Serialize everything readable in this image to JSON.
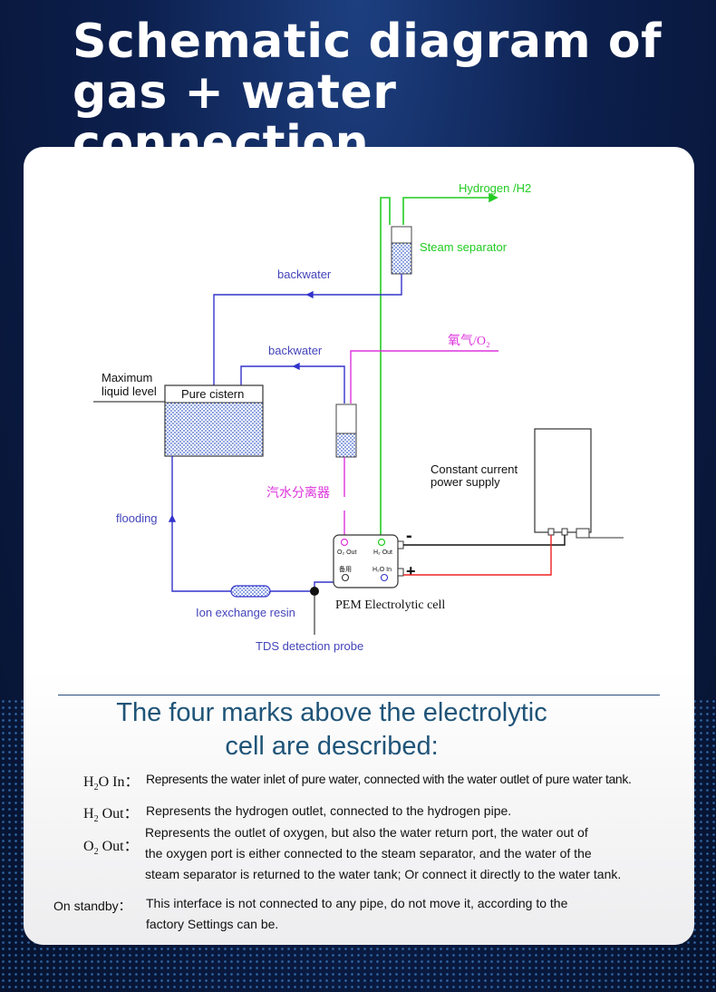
{
  "title": {
    "line1": "Schematic diagram of",
    "line2": "gas + water connection"
  },
  "diagram": {
    "hydrogen": "Hydrogen /H2",
    "steam_separator": "Steam separator",
    "backwater_top": "backwater",
    "backwater_mid": "backwater",
    "oxygen_label": "氧气/O₂",
    "max_liquid_level_1": "Maximum",
    "max_liquid_level_2": "liquid level",
    "pure_cistern": "Pure cistern",
    "chinese_separator": "汽水分离器",
    "constant_current_1": "Constant current",
    "constant_current_2": "power supply",
    "flooding": "flooding",
    "o2_out_port": "O₂ Out",
    "h2_out_port": "H₂ Out",
    "standby_port": "备用",
    "h2o_in_port": "H₂O In",
    "minus": "-",
    "plus": "+",
    "pem_cell": "PEM Electrolytic cell",
    "ion_resin": "Ion exchange resin",
    "tds_probe": "TDS detection probe"
  },
  "colors": {
    "hydrogen": "#22cc22",
    "oxygen": "#dd33dd",
    "water": "#3333cc",
    "positive": "#ee2222",
    "label_blue": "#4444bb"
  },
  "section": {
    "heading_1": "The four marks above the electrolytic",
    "heading_2": "cell are described:"
  },
  "marks": {
    "h2o_in_pre": "H",
    "h2o_in_sub": "2",
    "h2o_in_post": "O In：",
    "h2o_in_text": "Represents the water inlet of pure water, connected with the water outlet of pure water tank.",
    "h2_out_pre": "H",
    "h2_out_sub": "2",
    "h2_out_post": " Out：",
    "h2_out_text": "Represents the hydrogen outlet, connected to the hydrogen pipe.",
    "o2_out_pre": "O",
    "o2_out_sub": "2",
    "o2_out_post": " Out：",
    "o2_out_text_1": "Represents the outlet of oxygen, but also the water return port, the water out of",
    "o2_out_text_2": " the oxygen port is either connected to the steam separator, and the water of the",
    "o2_out_text_3": "steam separator is returned to the water tank; Or connect it directly to the water tank.",
    "standby_label": "On standby：",
    "standby_text_1": "This interface is not connected to any pipe, do not move it, according to the",
    "standby_text_2": "factory Settings can be."
  }
}
